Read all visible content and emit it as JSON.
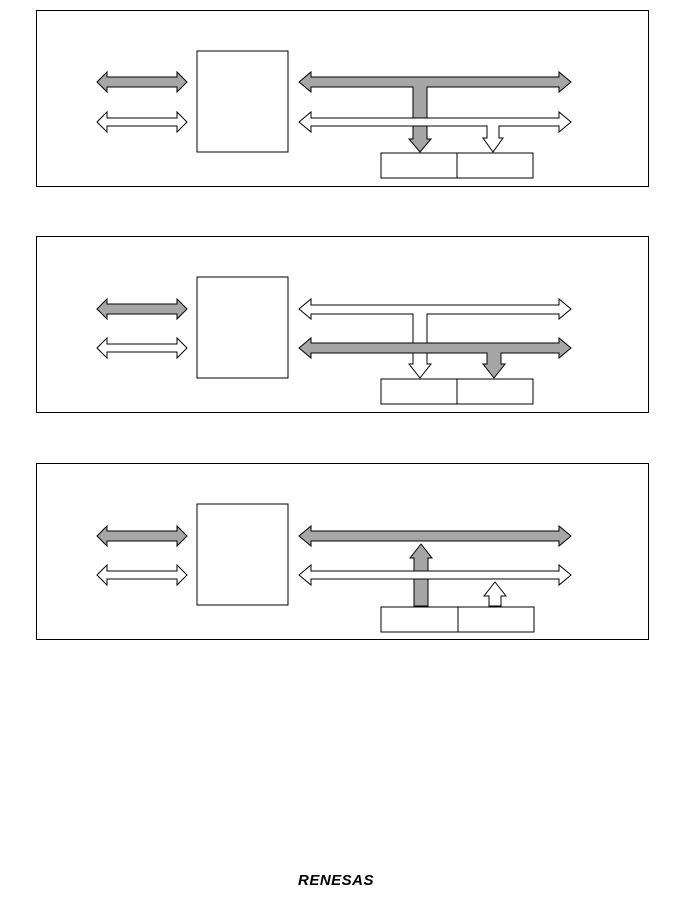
{
  "colors": {
    "active_bus": "#a6a6a6",
    "idle_bus": "#ffffff",
    "stroke": "#000000",
    "background": "#ffffff"
  },
  "panels": [
    {
      "id": "panel-1",
      "left_bus_1": "active",
      "left_bus_2": "idle",
      "right_bus_1": "active",
      "right_bus_2": "idle",
      "connector_left": {
        "source_bus": 1,
        "direction": "down",
        "state": "active"
      },
      "connector_right": {
        "source_bus": 2,
        "direction": "down",
        "state": "idle"
      }
    },
    {
      "id": "panel-2",
      "left_bus_1": "active",
      "left_bus_2": "idle",
      "right_bus_1": "idle",
      "right_bus_2": "active",
      "connector_left": {
        "source_bus": 1,
        "direction": "down",
        "state": "idle"
      },
      "connector_right": {
        "source_bus": 2,
        "direction": "down",
        "state": "active"
      }
    },
    {
      "id": "panel-3",
      "left_bus_1": "active",
      "left_bus_2": "idle",
      "right_bus_1": "active",
      "right_bus_2": "idle",
      "connector_left": {
        "source_bus": 1,
        "direction": "up",
        "state": "active"
      },
      "connector_right": {
        "source_bus": 2,
        "direction": "up",
        "state": "idle"
      }
    }
  ],
  "footer": {
    "logo_text": "RENESAS"
  }
}
